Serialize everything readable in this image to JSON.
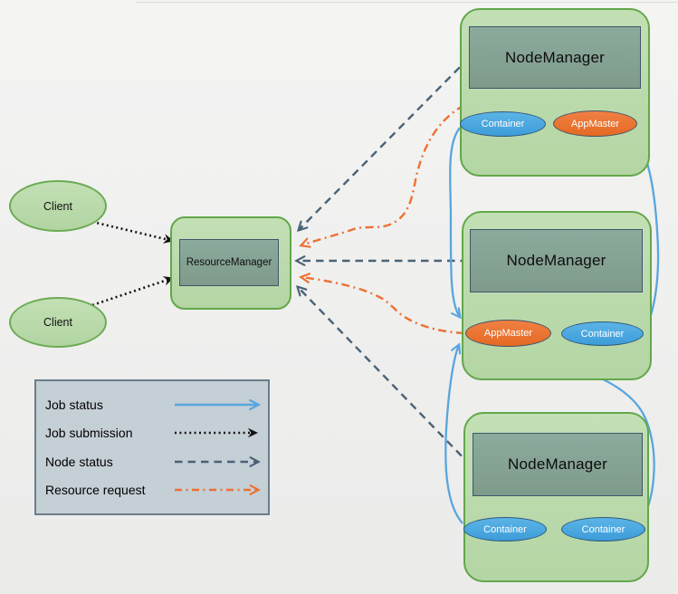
{
  "clients": [
    {
      "label": "Client"
    },
    {
      "label": "Client"
    }
  ],
  "resource_manager": {
    "label": "ResourceManager"
  },
  "nodes": [
    {
      "label": "NodeManager",
      "slots": [
        {
          "kind": "container",
          "label": "Container"
        },
        {
          "kind": "appmaster",
          "label": "AppMaster"
        }
      ]
    },
    {
      "label": "NodeManager",
      "slots": [
        {
          "kind": "appmaster",
          "label": "AppMaster"
        },
        {
          "kind": "container",
          "label": "Container"
        }
      ]
    },
    {
      "label": "NodeManager",
      "slots": [
        {
          "kind": "container",
          "label": "Container"
        },
        {
          "kind": "container",
          "label": "Container"
        }
      ]
    }
  ],
  "legend": {
    "items": [
      {
        "label": "Job status",
        "style": "solid",
        "color": "#58a6de"
      },
      {
        "label": "Job submission",
        "style": "dotted",
        "color": "#1a1a1a"
      },
      {
        "label": "Node status",
        "style": "dashed",
        "color": "#4a6275"
      },
      {
        "label": "Resource request",
        "style": "dashdot",
        "color": "#ed7132"
      }
    ]
  },
  "colors": {
    "background": "#f0f0ef",
    "group_fill": "#bcdcae",
    "group_border": "#62a74a",
    "box_fill": "#85a192",
    "box_border": "#3e566b",
    "container_fill": "#47a4de",
    "container_border": "#30587a",
    "appmaster_fill": "#ec7033",
    "appmaster_border": "#44546a",
    "legend_fill": "#c5cfd6",
    "legend_border": "#6b7d8c",
    "job_status": "#58a6de",
    "job_submission": "#1a1a1a",
    "node_status": "#4a6275",
    "resource_request": "#ed7132"
  }
}
